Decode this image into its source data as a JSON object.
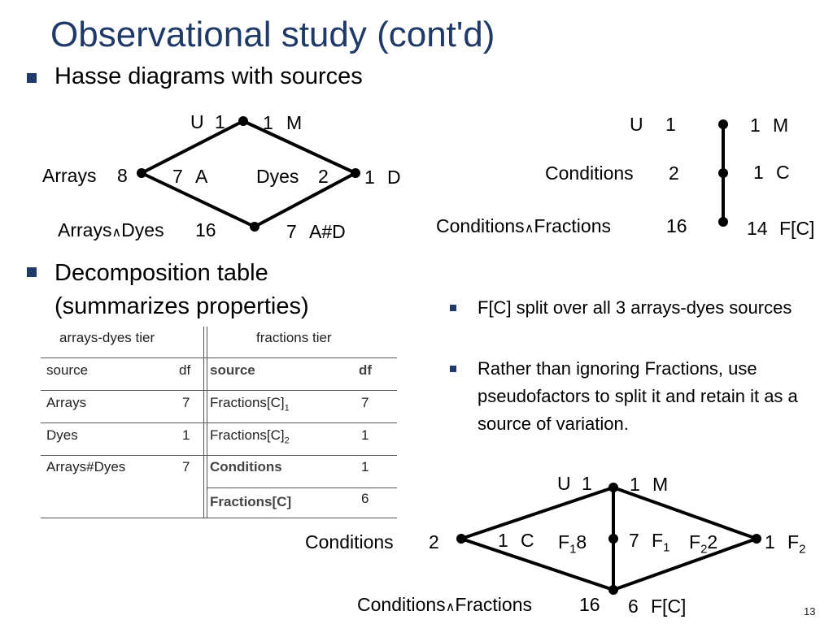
{
  "title": "Observational study (cont'd)",
  "bullets": [
    "Hasse diagrams with sources",
    "Decomposition table (summarizes properties)"
  ],
  "diagram1": {
    "U": "U",
    "U_val": "1",
    "M_val": "1",
    "M": "M",
    "Arrays": "Arrays",
    "Arrays_val": "8",
    "A_val": "7",
    "A": "A",
    "Dyes": "Dyes",
    "Dyes_val": "2",
    "D_val": "1",
    "D": "D",
    "AD_left": "Arrays",
    "AD_right": "Dyes",
    "AD_val": "16",
    "AD_df": "7",
    "AD": "A#D"
  },
  "diagram2": {
    "U": "U",
    "U_val": "1",
    "M_val": "1",
    "M": "M",
    "Conditions": "Conditions",
    "Conditions_val": "2",
    "C_val": "1",
    "C": "C",
    "CF_left": "Conditions",
    "CF_right": "Fractions",
    "CF_val": "16",
    "FC_val": "14",
    "FC": "F[C]"
  },
  "table": {
    "tier1_header": "arrays-dyes tier",
    "tier2_header": "fractions tier",
    "col_source": "source",
    "col_df": "df",
    "rows_left": [
      {
        "source": "Arrays",
        "df": "7"
      },
      {
        "source": "Dyes",
        "df": "1"
      },
      {
        "source": "Arrays#Dyes",
        "df": "7"
      }
    ],
    "rows_right": [
      {
        "base": "Fractions[C]",
        "sub": "1",
        "df": "7"
      },
      {
        "base": "Fractions[C]",
        "sub": "2",
        "df": "1"
      },
      {
        "source": "Conditions",
        "df": "1"
      },
      {
        "source": "Fractions[C]",
        "df": "6"
      }
    ]
  },
  "right_bullets": [
    "F[C] split over all 3 arrays-dyes sources",
    "Rather than ignoring Fractions, use pseudofactors to split it and retain it as a source of variation."
  ],
  "diagram3": {
    "U": "U",
    "U_val": "1",
    "M_val": "1",
    "M": "M",
    "Conditions": "Conditions",
    "Conditions_val": "2",
    "C_val": "1",
    "C": "C",
    "F1_base": "F",
    "F1_sub": "1",
    "F1_val": "8",
    "F1_df": "7",
    "F1_lab_base": "F",
    "F1_lab_sub": "1",
    "F2_base": "F",
    "F2_sub": "2",
    "F2_val": "2",
    "F2_df": "1",
    "F2_lab_base": "F",
    "F2_lab_sub": "2",
    "CF_left": "Conditions",
    "CF_right": "Fractions",
    "CF_val": "16",
    "FC_df": "6",
    "FC": "F[C]"
  },
  "page_number": "13",
  "colors": {
    "title": "#1f3a68",
    "bullet": "#1f3a68"
  }
}
